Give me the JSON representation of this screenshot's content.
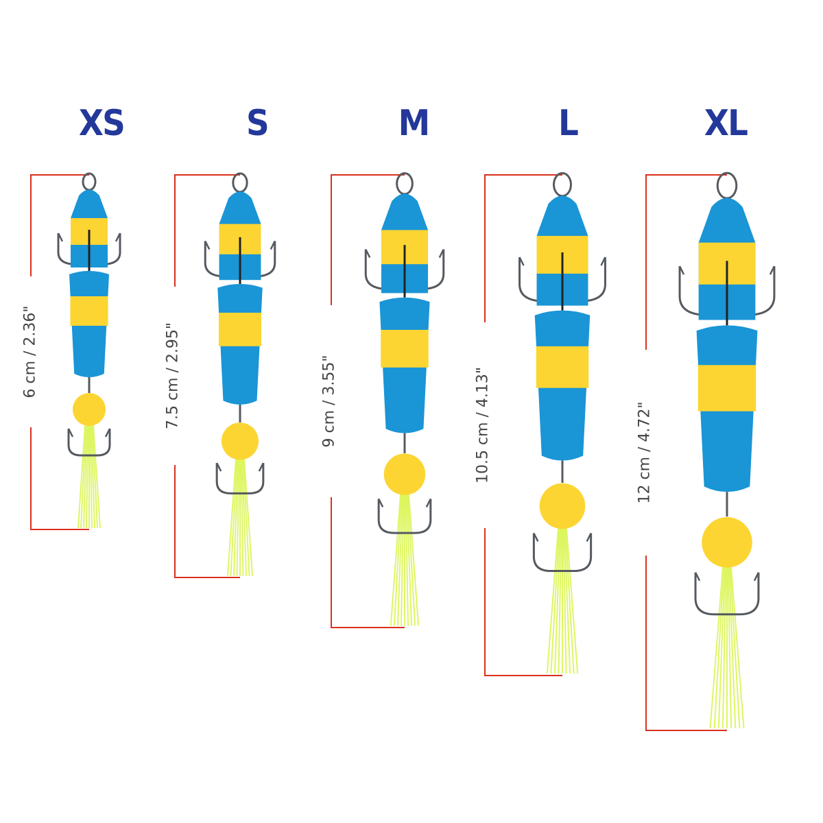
{
  "colors": {
    "title": "#23389a",
    "bracket": "#d9301e",
    "foam_blue": "#1a95d6",
    "foam_yellow": "#fcd533",
    "tail": "#d8f54a",
    "hook": "#555a60"
  },
  "lures": [
    {
      "size": "XS",
      "measure": "6 cm / 2.36\""
    },
    {
      "size": "S",
      "measure": "7.5 cm / 2.95\""
    },
    {
      "size": "M",
      "measure": "9 cm / 3.55\""
    },
    {
      "size": "L",
      "measure": "10.5 cm / 4.13\""
    },
    {
      "size": "XL",
      "measure": "12 cm / 4.72\""
    }
  ]
}
